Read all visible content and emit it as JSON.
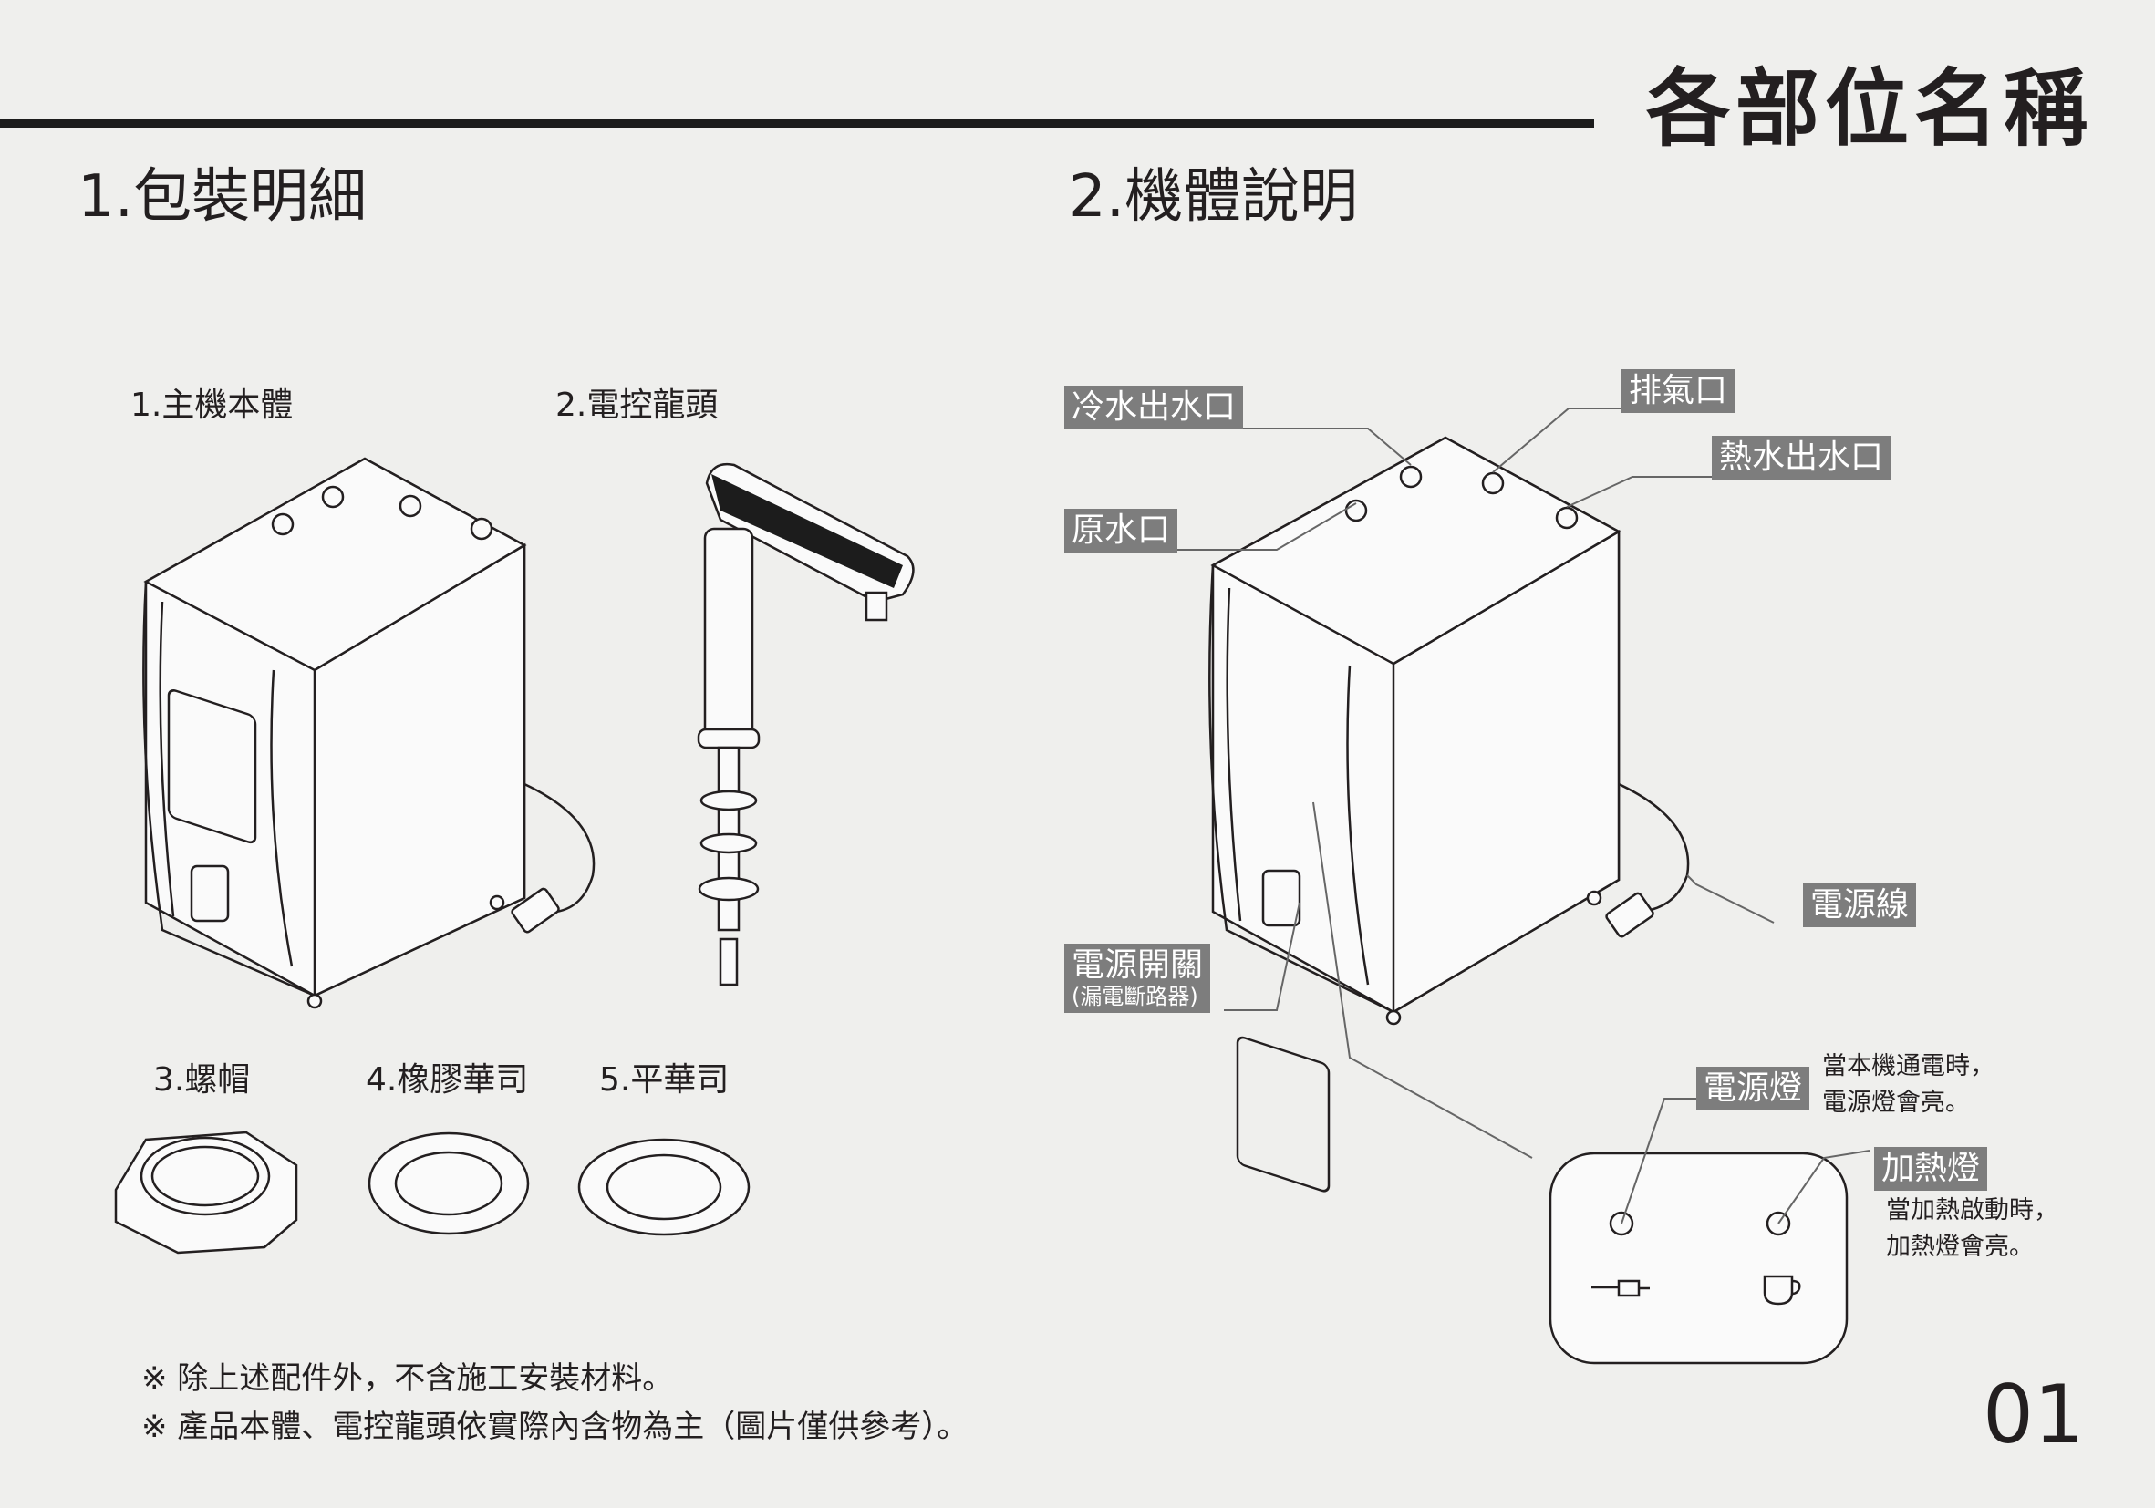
{
  "page_title": "各部位名稱",
  "section_packing": "1.包裝明細",
  "section_body": "2.機體說明",
  "items": {
    "main_unit": "1.主機本體",
    "faucet": "2.電控龍頭",
    "nut": "3.螺帽",
    "rubber_washer": "4.橡膠華司",
    "flat_washer": "5.平華司"
  },
  "callouts": {
    "cold_outlet": "冷水出水口",
    "raw_inlet": "原水口",
    "vent": "排氣口",
    "hot_outlet": "熱水出水口",
    "power_cord": "電源線",
    "power_switch": "電源開關",
    "power_switch_sub": "(漏電斷路器)",
    "power_light": "電源燈",
    "power_light_note_1": "當本機通電時，",
    "power_light_note_2": "電源燈會亮。",
    "heat_light": "加熱燈",
    "heat_light_note_1": "當加熱啟動時，",
    "heat_light_note_2": "加熱燈會亮。"
  },
  "footnotes": [
    "※ 除上述配件外，不含施工安裝材料。",
    "※ 產品本體、電控龍頭依實際內含物為主（圖片僅供參考）。"
  ],
  "page_number": "01"
}
